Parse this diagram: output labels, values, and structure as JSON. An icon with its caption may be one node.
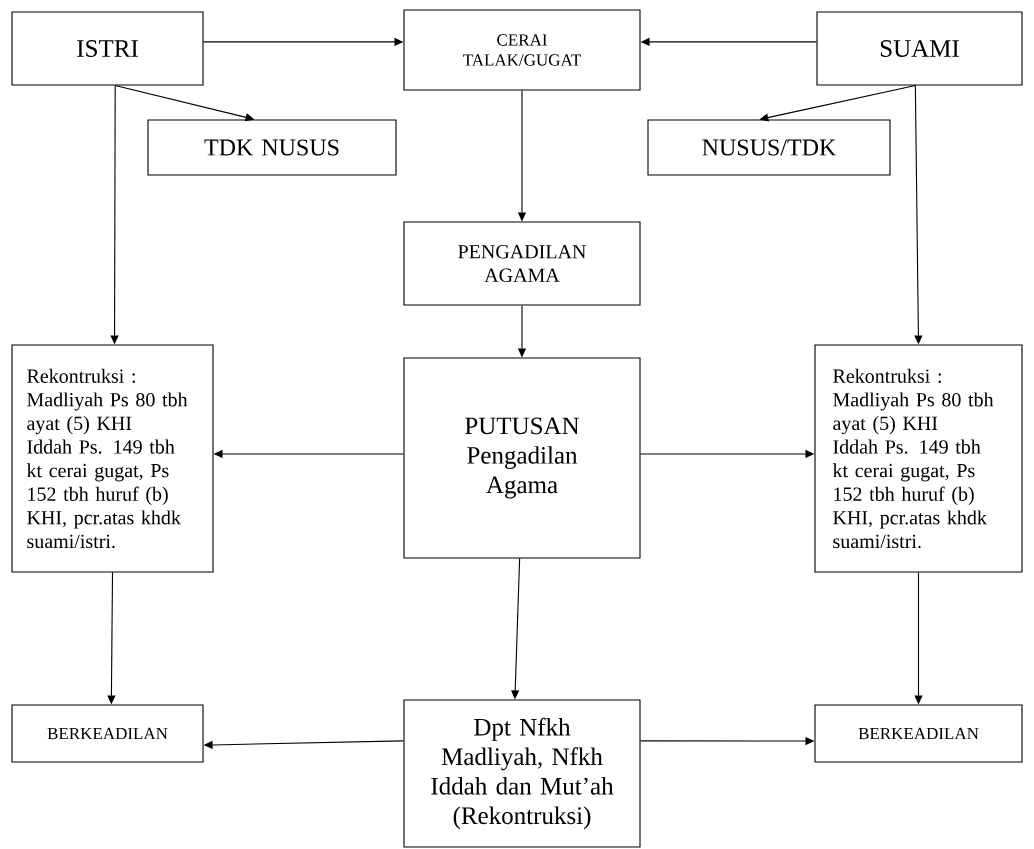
{
  "diagram": {
    "nodes": [
      {
        "text": [
          "ISTRI"
        ]
      },
      {
        "text": [
          "CERAI TALAK/GUGAT"
        ]
      },
      {
        "text": [
          "SUAMI"
        ]
      },
      {
        "text": [
          "TDK NUSUS"
        ]
      },
      {
        "text": [
          "NUSUS/TDK"
        ]
      },
      {
        "text": [
          "PENGADILAN AGAMA"
        ]
      },
      {
        "text": [
          "Rekontruksi :",
          "Madliyah Ps 80 tbh ayat (5) KHI",
          "Iddah Ps. 149 tbh kt cerai gugat, Ps 152 tbh huruf (b) KHI, pcr.atas khdk suami/istri."
        ]
      },
      {
        "text": [
          "PUTUSAN Pengadilan Agama"
        ]
      },
      {
        "text": [
          "Rekontruksi :",
          "Madliyah Ps 80 tbh ayat (5) KHI",
          "Iddah Ps. 149 tbh kt cerai gugat, Ps 152 tbh huruf (b) KHI, pcr.atas khdk suami/istri."
        ]
      },
      {
        "text": [
          "BERKEADILAN"
        ]
      },
      {
        "text": [
          "Dpt Nfkh Madliyah, Nfkh Iddah dan Mut’ah (Rekontruksi)"
        ]
      },
      {
        "text": [
          "BERKEADILAN"
        ]
      }
    ],
    "edges": [
      {
        "from": 0,
        "to": 1,
        "arrow": "to"
      },
      {
        "from": 2,
        "to": 1,
        "arrow": "to"
      },
      {
        "from": 0,
        "to": 3,
        "arrow": "to"
      },
      {
        "from": 0,
        "to": 6,
        "arrow": "to"
      },
      {
        "from": 2,
        "to": 4,
        "arrow": "to"
      },
      {
        "from": 2,
        "to": 8,
        "arrow": "to"
      },
      {
        "from": 1,
        "to": 5,
        "arrow": "to"
      },
      {
        "from": 5,
        "to": 7,
        "arrow": "to"
      },
      {
        "from": 7,
        "to": 6,
        "arrow": "to"
      },
      {
        "from": 7,
        "to": 8,
        "arrow": "to"
      },
      {
        "from": 6,
        "to": 9,
        "arrow": "to"
      },
      {
        "from": 8,
        "to": 11,
        "arrow": "to"
      },
      {
        "from": 7,
        "to": 10,
        "arrow": "to"
      },
      {
        "from": 10,
        "to": 9,
        "arrow": "to"
      },
      {
        "from": 10,
        "to": 11,
        "arrow": "to"
      }
    ]
  }
}
